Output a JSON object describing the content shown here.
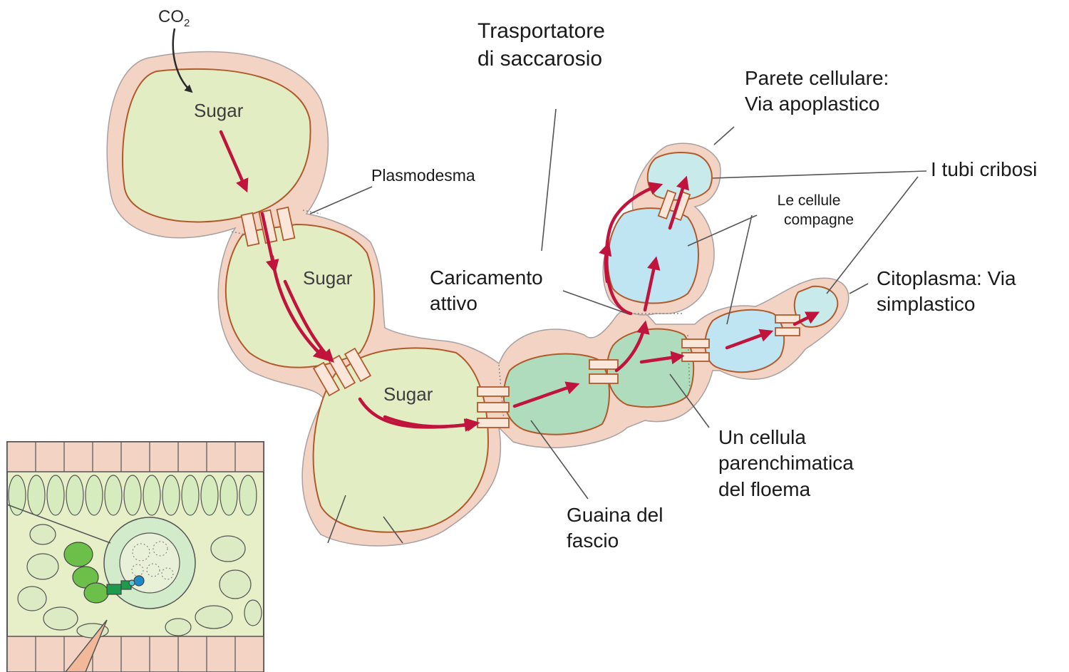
{
  "inputs": {
    "co2": "CO",
    "co2_sub": "2"
  },
  "cells": {
    "sugar_labels": [
      "Sugar",
      "Sugar",
      "Sugar"
    ]
  },
  "labels": {
    "plasmodesma": "Plasmodesma",
    "transporter_line1": "Trasportatore",
    "transporter_line2": "di saccarosio",
    "cell_wall_line1": "Parete cellulare:",
    "cell_wall_line2": "Via apoplastico",
    "sieve_tubes": "I tubi cribosi",
    "companion_line1": "Le cellule",
    "companion_line2": "compagne",
    "cytoplasm_line1": "Citoplasma: Via",
    "cytoplasm_line2": "simplastico",
    "active_loading_line1": "Caricamento",
    "active_loading_line2": "attivo",
    "parenchyma_line1": "Un cellula",
    "parenchyma_line2": "parenchimatica",
    "parenchyma_line3": "del floema",
    "bundle_sheath_line1": "Guaina del",
    "bundle_sheath_line2": "fascio"
  },
  "colors": {
    "cell_wall": "#f2d3c4",
    "mesophyll": "#e2edc4",
    "sheath": "#aedcbc",
    "companion": "#bfe4f2",
    "sieve": "#c8eaea",
    "membrane": "#b15a2c",
    "arrow": "#c0143c"
  }
}
